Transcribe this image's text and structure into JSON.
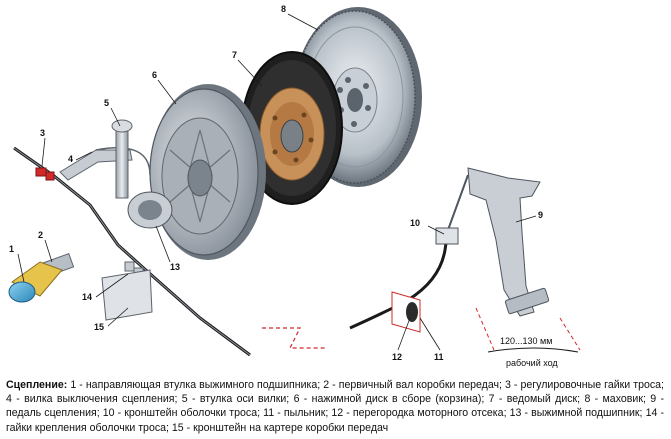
{
  "diagram": {
    "callouts": [
      "1",
      "2",
      "3",
      "4",
      "5",
      "6",
      "7",
      "8",
      "9",
      "10",
      "11",
      "12",
      "13",
      "14",
      "15"
    ],
    "dimension": {
      "range": "120...130 мм",
      "label": "рабочий ход"
    }
  },
  "caption": {
    "heading": "Сцепление:",
    "body": " 1 - направляющая втулка выжимного подшипника; 2 - первичный вал коробки передач; 3 - регулировочные гайки троса; 4 - вилка выключения сцепления; 5 - втулка оси вилки; 6 - нажимной диск в сборе (корзина); 7 - ведомый диск; 8 - маховик; 9 - педаль сцепления; 10 - кронштейн оболочки троса; 11 - пыльник; 12 - перегородка моторного отсека; 13 - выжимной подшипник; 14 - гайки крепления оболочки троса; 15 - кронштейн на картере коробки передач"
  },
  "colors": {
    "metal_light": "#d7dbe0",
    "metal_dark": "#7d858f",
    "clutch_disc": "#2b2b2b",
    "friction_ring": "#c9915a",
    "accent_red": "#d12a2a",
    "shaft_blue": "#4ab0e0"
  }
}
